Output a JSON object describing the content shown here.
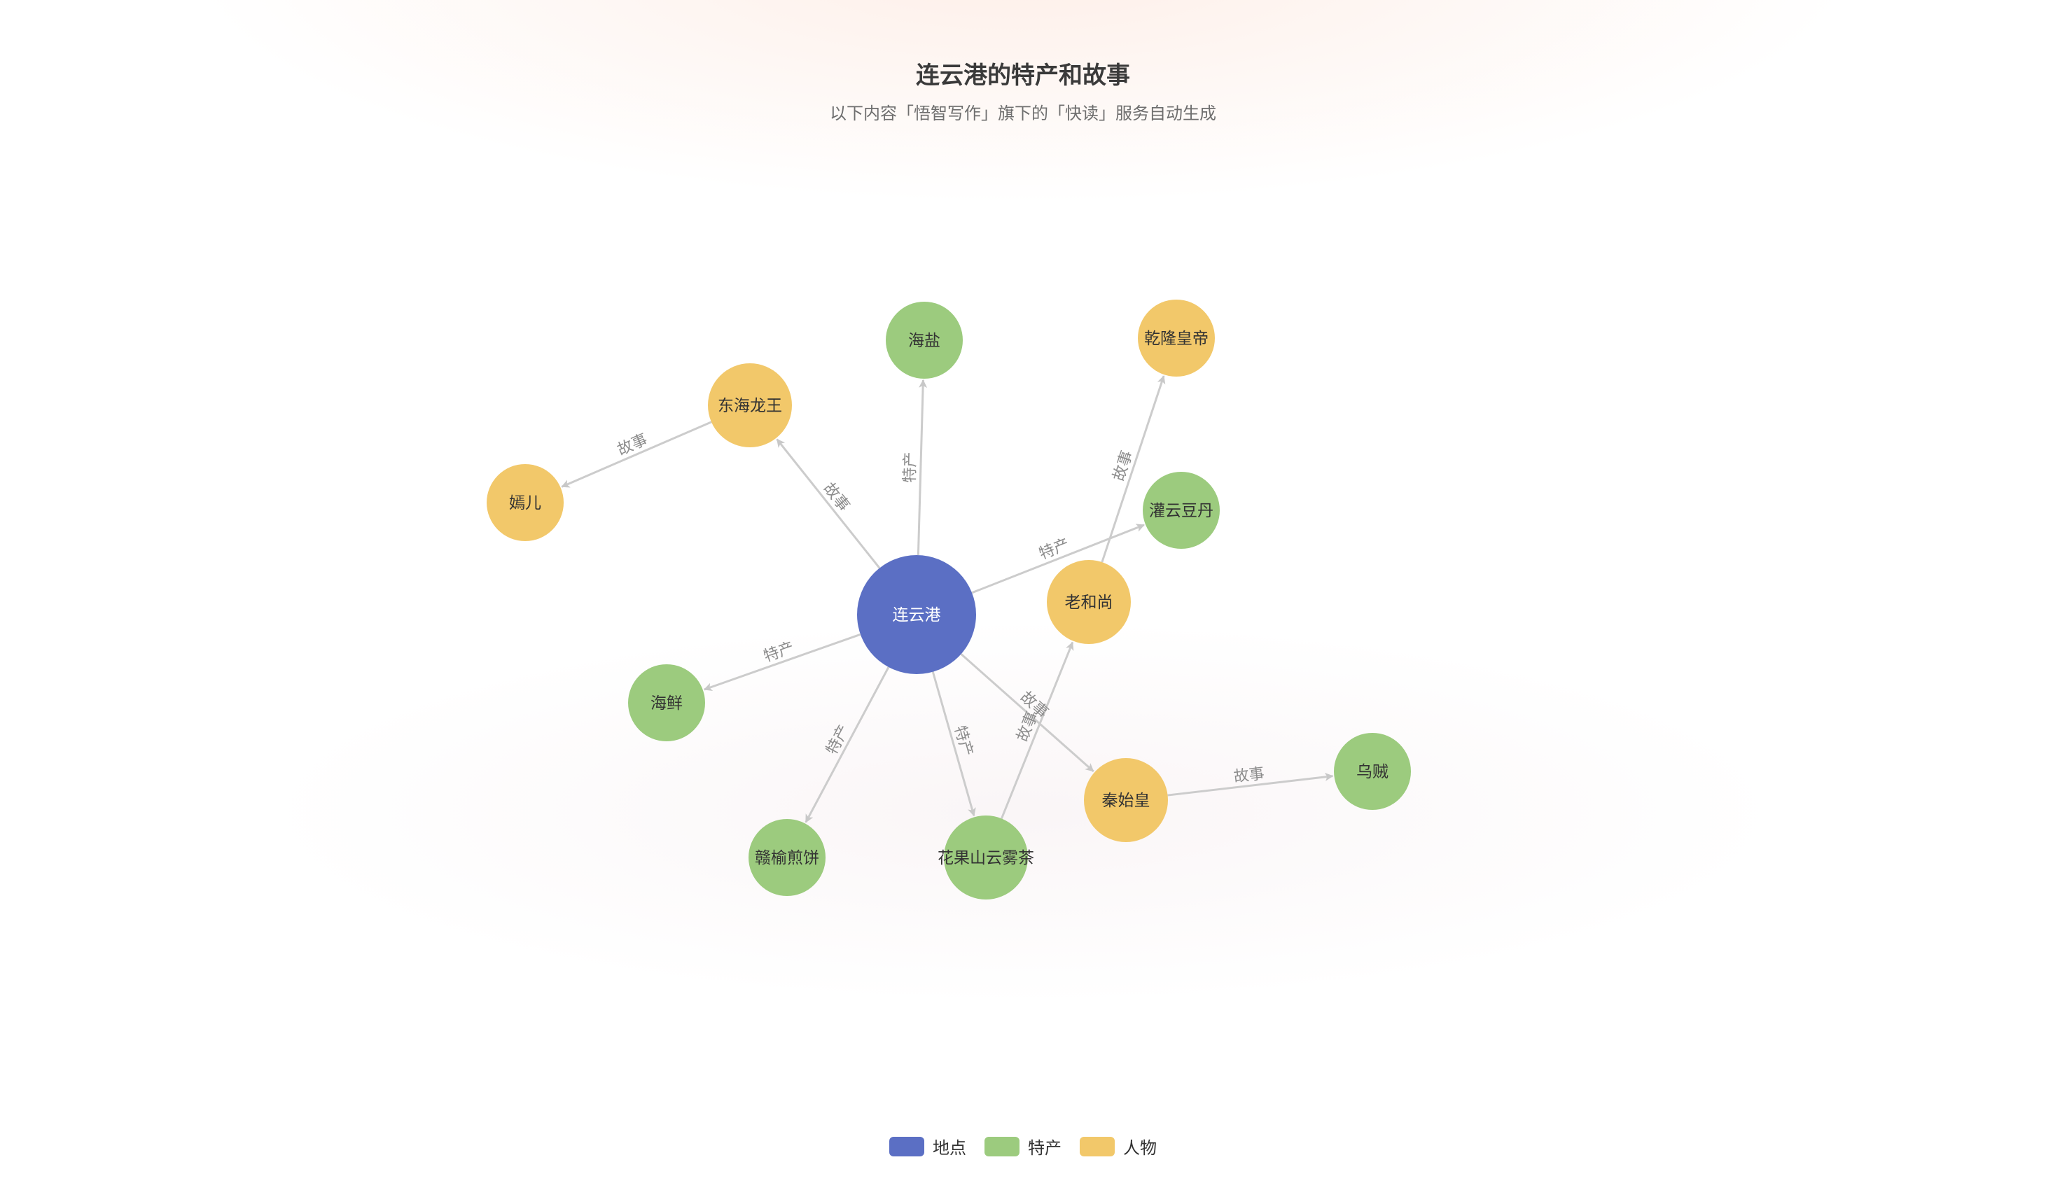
{
  "title": "连云港的特产和故事",
  "subtitle": "以下内容「悟智写作」旗下的「快读」服务自动生成",
  "legend": [
    {
      "label": "地点",
      "color": "#5b6fc4"
    },
    {
      "label": "特产",
      "color": "#9ccb7e"
    },
    {
      "label": "人物",
      "color": "#f2c86a"
    }
  ],
  "colors": {
    "地点": "#5b6fc4",
    "特产": "#9ccb7e",
    "人物": "#f2c86a",
    "edge": "#cccccc",
    "edge_label": "#8c8c8c"
  },
  "nodes": [
    {
      "id": "lyg",
      "label": "连云港",
      "category": "地点"
    },
    {
      "id": "haiyan",
      "label": "海盐",
      "category": "特产"
    },
    {
      "id": "qianlong",
      "label": "乾隆皇帝",
      "category": "人物"
    },
    {
      "id": "donghai",
      "label": "东海龙王",
      "category": "人物"
    },
    {
      "id": "yaner",
      "label": "嫣儿",
      "category": "人物"
    },
    {
      "id": "guanyun",
      "label": "灌云豆丹",
      "category": "特产"
    },
    {
      "id": "laoheshang",
      "label": "老和尚",
      "category": "人物"
    },
    {
      "id": "haixian",
      "label": "海鲜",
      "category": "特产"
    },
    {
      "id": "ganyu",
      "label": "赣榆煎饼",
      "category": "特产"
    },
    {
      "id": "huaguoshan",
      "label": "花果山云雾茶",
      "category": "特产"
    },
    {
      "id": "qinshihuang",
      "label": "秦始皇",
      "category": "人物"
    },
    {
      "id": "wuzei",
      "label": "乌贼",
      "category": "特产"
    }
  ],
  "edges": [
    {
      "source": "lyg",
      "target": "haiyan",
      "label": "特产"
    },
    {
      "source": "lyg",
      "target": "donghai",
      "label": "故事"
    },
    {
      "source": "donghai",
      "target": "yaner",
      "label": "故事"
    },
    {
      "source": "lyg",
      "target": "guanyun",
      "label": "特产"
    },
    {
      "source": "laoheshang",
      "target": "qianlong",
      "label": "故事"
    },
    {
      "source": "lyg",
      "target": "haixian",
      "label": "特产"
    },
    {
      "source": "lyg",
      "target": "ganyu",
      "label": "特产"
    },
    {
      "source": "lyg",
      "target": "huaguoshan",
      "label": "特产"
    },
    {
      "source": "huaguoshan",
      "target": "laoheshang",
      "label": "故事"
    },
    {
      "source": "lyg",
      "target": "qinshihuang",
      "label": "故事"
    },
    {
      "source": "qinshihuang",
      "target": "wuzei",
      "label": "故事"
    }
  ]
}
